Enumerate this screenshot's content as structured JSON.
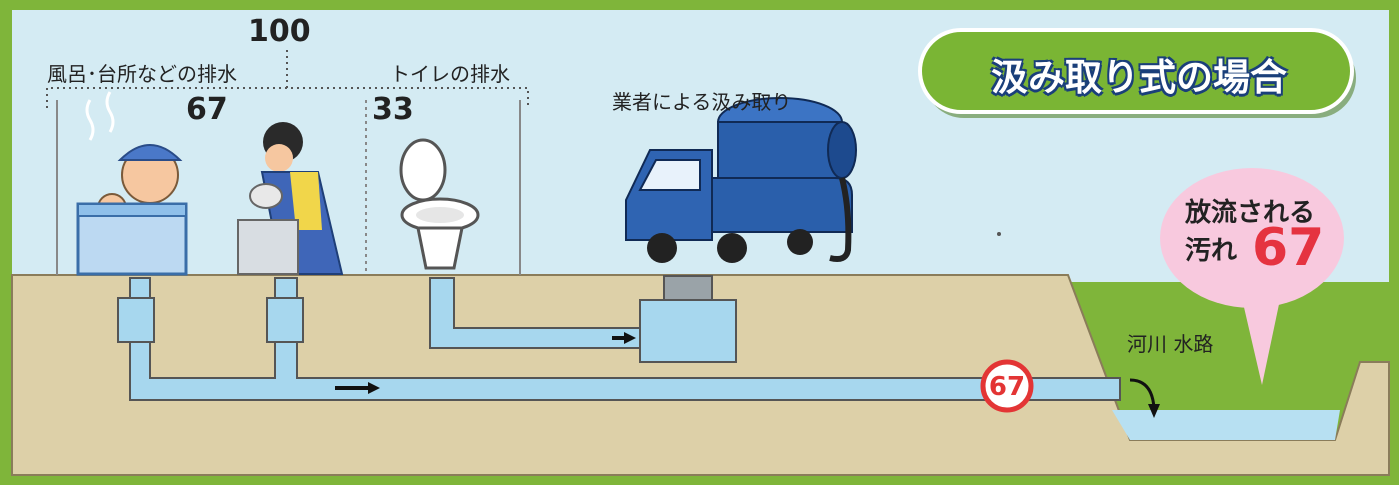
{
  "title": "汲み取り式の場合",
  "labels": {
    "total_value": "100",
    "bath_kitchen_label": "風呂･台所などの排水",
    "bath_kitchen_value": "67",
    "toilet_label": "トイレの排水",
    "toilet_value": "33",
    "truck_label": "業者による汲み取り",
    "river_label": "河川  水路",
    "pipe_badge_value": "67"
  },
  "callout": {
    "line1": "放流される",
    "line2": "汚れ",
    "value": "67"
  },
  "colors": {
    "background": "#7fb53a",
    "sky": "#d4ebf3",
    "ground": "#ddd0a8",
    "pipe": "#a7d7ee",
    "water": "#b7e0f2",
    "title_pill": "#7ab534",
    "callout_bubble": "#f8c9de",
    "accent_red": "#e53340",
    "truck": "#2a5fab"
  }
}
